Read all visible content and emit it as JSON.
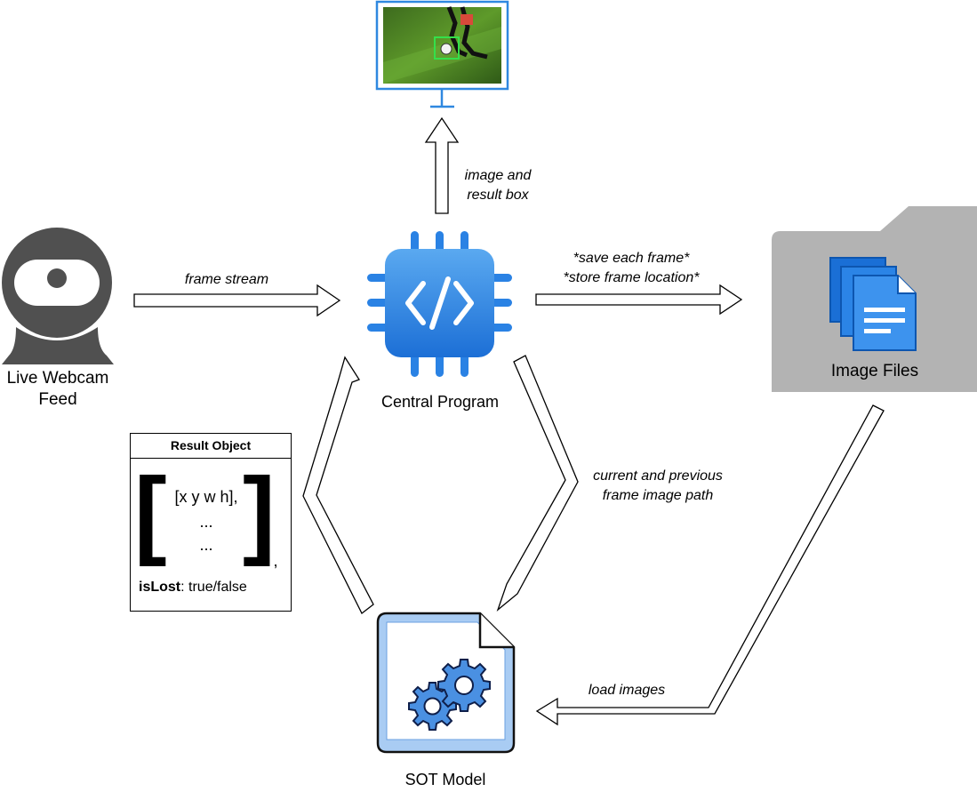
{
  "nodes": {
    "webcam": {
      "label_line1": "Live Webcam",
      "label_line2": "Feed"
    },
    "central": {
      "label": "Central Program"
    },
    "files": {
      "label": "Image Files"
    },
    "sot": {
      "label": "SOT Model"
    }
  },
  "edges": {
    "frame_stream": "frame stream",
    "image_result_line1": "image and",
    "image_result_line2": "result box",
    "save_line1": "*save each frame*",
    "save_line2": "*store frame location*",
    "path_line1": "current and previous",
    "path_line2": "frame image path",
    "load_images": "load images"
  },
  "result_object": {
    "title": "Result Object",
    "line1": "[x y w h],",
    "line2": "...",
    "line3": "...",
    "comma": ",",
    "is_lost_key": "isLost",
    "is_lost_value": ": true/false"
  },
  "colors": {
    "blue": "#1a73e8",
    "monitor": "#2f88e0",
    "folder": "#b3b3b3",
    "gear": "#4a90e2",
    "webcam": "#505050"
  }
}
